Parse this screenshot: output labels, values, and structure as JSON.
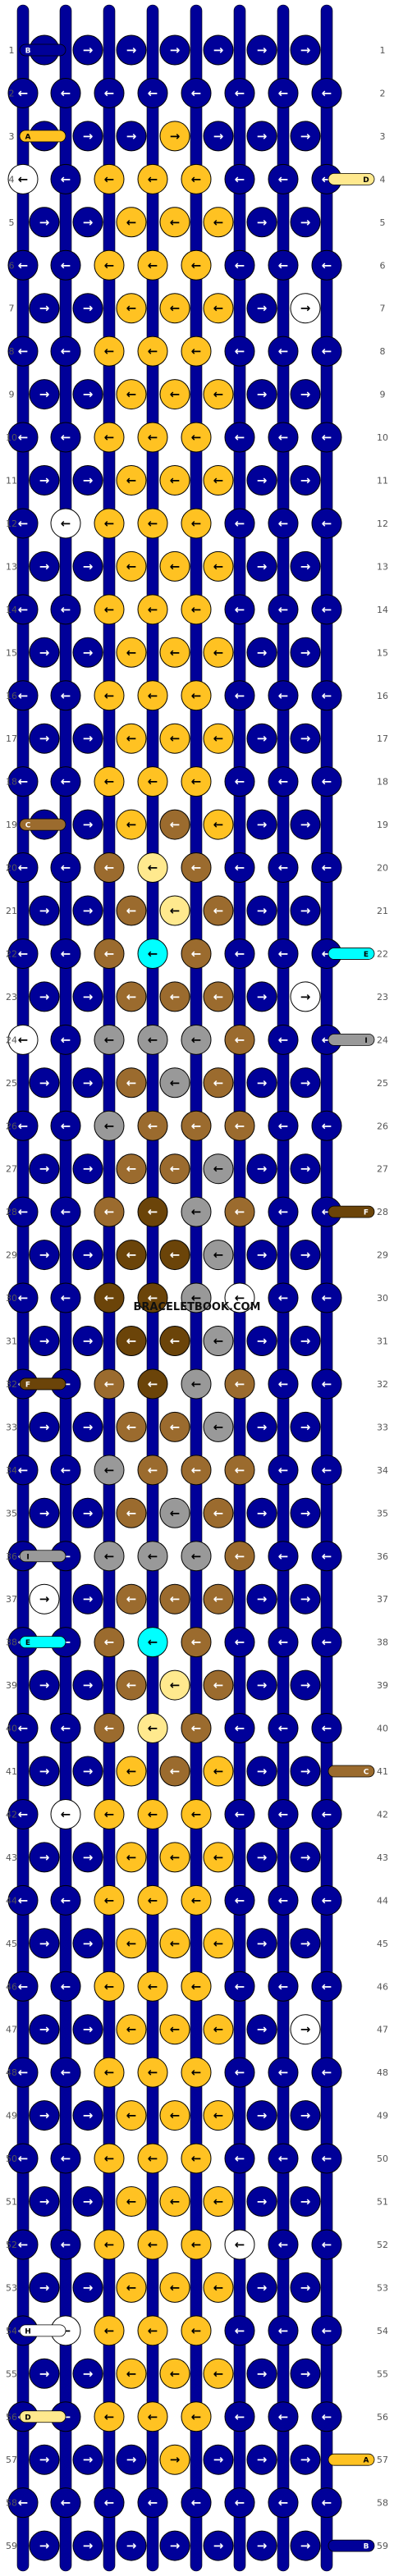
{
  "site": "BRACELETBOOK.COM",
  "pattern": {
    "columns": 8,
    "row_count": 59,
    "legend": {
      "B": "#000099",
      "A": "#ffc222",
      "D": "#ffe98e",
      "G": "#ffffff",
      "C": "#9b6b2e",
      "E": "#00ffff",
      "I": "#999999",
      "F": "#6b4409",
      "H": "#ffffff"
    },
    "strand_colors": {
      "B": "#000099",
      "A": "#ffc222",
      "D": "#ffe98e",
      "G": "#ffffff",
      "C": "#9b6b2e",
      "E": "#00ffff",
      "I": "#999999",
      "F": "#6b4409",
      "H": "#ffffff"
    },
    "side_tags": [
      {
        "row": 1,
        "side": "left",
        "letter": "B"
      },
      {
        "row": 59,
        "side": "right",
        "letter": "B"
      },
      {
        "row": 3,
        "side": "left",
        "letter": "A"
      },
      {
        "row": 57,
        "side": "right",
        "letter": "A"
      },
      {
        "row": 4,
        "side": "right",
        "letter": "D"
      },
      {
        "row": 56,
        "side": "left",
        "letter": "D"
      },
      {
        "row": 19,
        "side": "left",
        "letter": "C"
      },
      {
        "row": 41,
        "side": "right",
        "letter": "C"
      },
      {
        "row": 22,
        "side": "right",
        "letter": "E"
      },
      {
        "row": 38,
        "side": "left",
        "letter": "E"
      },
      {
        "row": 24,
        "side": "right",
        "letter": "I"
      },
      {
        "row": 36,
        "side": "left",
        "letter": "I"
      },
      {
        "row": 28,
        "side": "right",
        "letter": "F"
      },
      {
        "row": 32,
        "side": "left",
        "letter": "F"
      },
      {
        "row": 54,
        "side": "left",
        "letter": "H"
      }
    ],
    "rows": [
      "BBBBBBB",
      "BBBBBBBB",
      "BBBABBB",
      "GBAAABBB",
      "BBAAABB",
      "BBAAABBB",
      "BBAAABG",
      "BBAAABBB",
      "BBAAABB",
      "BBAAABBB",
      "BBAAABB",
      "BGAAABBB",
      "BBAAABB",
      "BBAAABBB",
      "BBAAABB",
      "BBAAABBB",
      "BBAAABB",
      "BBAAABBB",
      "BBACABB",
      "BBCDCBBB",
      "BBCDCBB",
      "BBCECBBB",
      "BBCCCBG",
      "GBIIICBB",
      "BBCICBB",
      "BBICCCBB",
      "BBCCIBB",
      "BBCFICBB",
      "BBFFIBB",
      "BBFFIGBB",
      "BBFFIBB",
      "BBCFICBB",
      "BBCCIBB",
      "BBICCCBB",
      "BBCICBB",
      "BBIIICBB",
      "GBCCCBB",
      "BBCECBBB",
      "BBCDCBB",
      "BBCDCBBB",
      "BBACABB",
      "BGAAABBB",
      "BBAAABB",
      "BBAAABBB",
      "BBAAABB",
      "BBAAABBB",
      "BBAAABG",
      "BBAAABBB",
      "BBAAABB",
      "BBAAABBB",
      "BBAAABB",
      "BBAAAGBB",
      "BBAAABB",
      "BGAAABBB",
      "BBAAABB",
      "BBAAABBB",
      "BBBABBB",
      "BBBBBBBB",
      "BBBBBBB"
    ],
    "directions": [
      "RRRRRRR",
      "LLLLLLLL",
      "RRRRRRR",
      "LLLLLLLL",
      "RRLLLRR",
      "LLLLLLLL",
      "RRLLLRR",
      "LLLLLLLL",
      "RRLLLRR",
      "LLLLLLLL",
      "RRLLLRR",
      "LLLLLLLL",
      "RRLLLRR",
      "LLLLLLLL",
      "RRLLLRR",
      "LLLLLLLL",
      "RRLLLRR",
      "LLLLLLLL",
      "RRLLLRR",
      "LLLLLLLL",
      "RRLLLRR",
      "LLLLLLLL",
      "RRLLLRR",
      "LLLLLLLL",
      "RRLLLRR",
      "LLLLLLLL",
      "RRLLLRR",
      "LLLLLLLL",
      "RRLLLRR",
      "LLLLLLLL",
      "RRLLLRR",
      "LLLLLLLL",
      "RRLLLRR",
      "LLLLLLLL",
      "RRLLLRR",
      "LLLLLLLL",
      "RRLLLRR",
      "LLLLLLLL",
      "RRLLLRR",
      "LLLLLLLL",
      "RRLLLRR",
      "LLLLLLLL",
      "RRLLLRR",
      "LLLLLLLL",
      "RRLLLRR",
      "LLLLLLLL",
      "RRLLLRR",
      "LLLLLLLL",
      "RRLLLRR",
      "LLLLLLLL",
      "RRLLLRR",
      "LLLLLLLL",
      "RRLLLRR",
      "LLLLLLLL",
      "RRLLLRR",
      "LLLLLLLL",
      "RRRRRRR",
      "LLLLLLLL",
      "RRRRRRR"
    ]
  }
}
